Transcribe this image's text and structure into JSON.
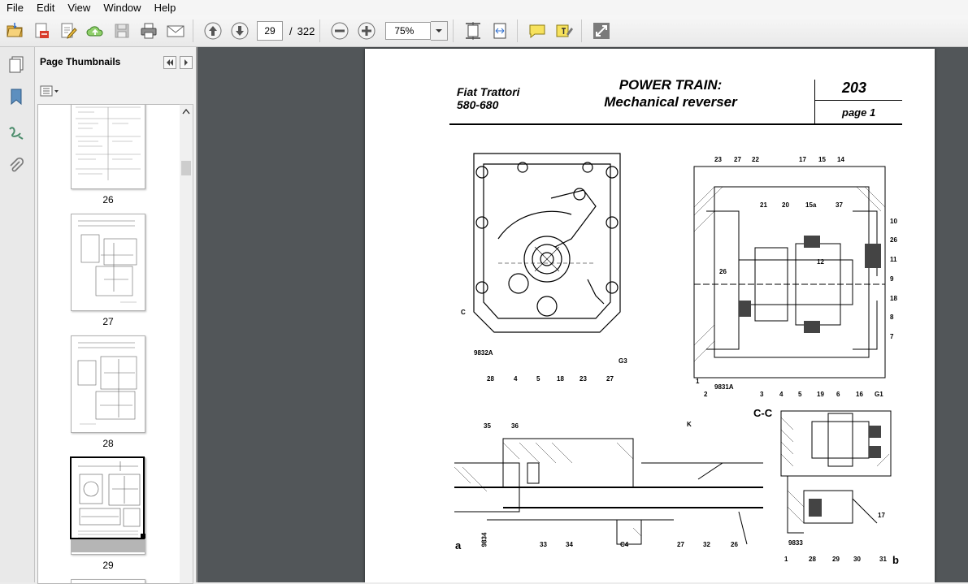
{
  "menu": [
    "File",
    "Edit",
    "View",
    "Window",
    "Help"
  ],
  "toolbar": {
    "current_page": "29",
    "separator": "/",
    "total_pages": "322",
    "zoom": "75%"
  },
  "panel": {
    "title": "Page Thumbnails"
  },
  "thumbnails": [
    {
      "label": "26"
    },
    {
      "label": "27"
    },
    {
      "label": "28"
    },
    {
      "label": "29"
    }
  ],
  "document": {
    "brand_line1": "Fiat Trattori",
    "brand_line2": "580-680",
    "title_line1": "POWER TRAIN:",
    "title_line2": "Mechanical reverser",
    "section_number": "203",
    "page_label": "page 1",
    "figure_refs": {
      "fig1": "9832A",
      "fig2": "9831A",
      "fig3": "9834",
      "fig4": "9833",
      "section_cc": "C-C",
      "label_a": "a",
      "label_b": "b",
      "label_k": "K",
      "label_c": "C"
    },
    "callouts_fig1": [
      "28",
      "4",
      "5",
      "18",
      "23",
      "27",
      "G3"
    ],
    "callouts_fig2_top": [
      "23",
      "27",
      "22",
      "17",
      "15",
      "14"
    ],
    "callouts_fig2_inner": [
      "21",
      "20",
      "15a",
      "37",
      "26",
      "12"
    ],
    "callouts_fig2_right": [
      "10",
      "26",
      "11",
      "9",
      "18",
      "8",
      "7"
    ],
    "callouts_fig2_bottom": [
      "1",
      "2",
      "3",
      "4",
      "5",
      "19",
      "6",
      "16",
      "G1"
    ],
    "callouts_fig3": [
      "35",
      "36",
      "33",
      "34",
      "C4",
      "27",
      "32",
      "26"
    ],
    "callouts_fig4": [
      "17",
      "1",
      "28",
      "29",
      "30",
      "31"
    ]
  }
}
